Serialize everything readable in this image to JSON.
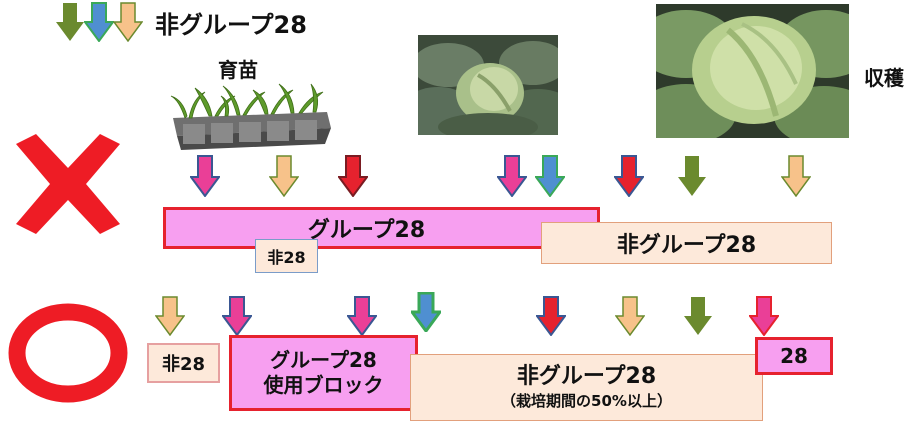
{
  "legend": {
    "label": "非グループ28"
  },
  "stages": {
    "seedling": "育苗",
    "harvest": "収穫"
  },
  "cross_row": {
    "bars": [
      {
        "label": "グループ28"
      },
      {
        "label": "非グループ28"
      }
    ],
    "tag": "非28"
  },
  "circle_row": {
    "pre_box": "非28",
    "block_line1": "グループ28",
    "block_line2": "使用ブロック",
    "main_line1": "非グループ28",
    "main_line2": "（栽培期間の50%以上）",
    "end_box": "28"
  },
  "colors": {
    "pink": "#ea3f97",
    "blue_outline": "#3a5793",
    "peach": "#f7c28a",
    "olive": "#6b8a2e",
    "red": "#e6222e",
    "dark_red_outline": "#7a1c22",
    "sky": "#4f8fd1",
    "green_outline": "#3aa858"
  }
}
